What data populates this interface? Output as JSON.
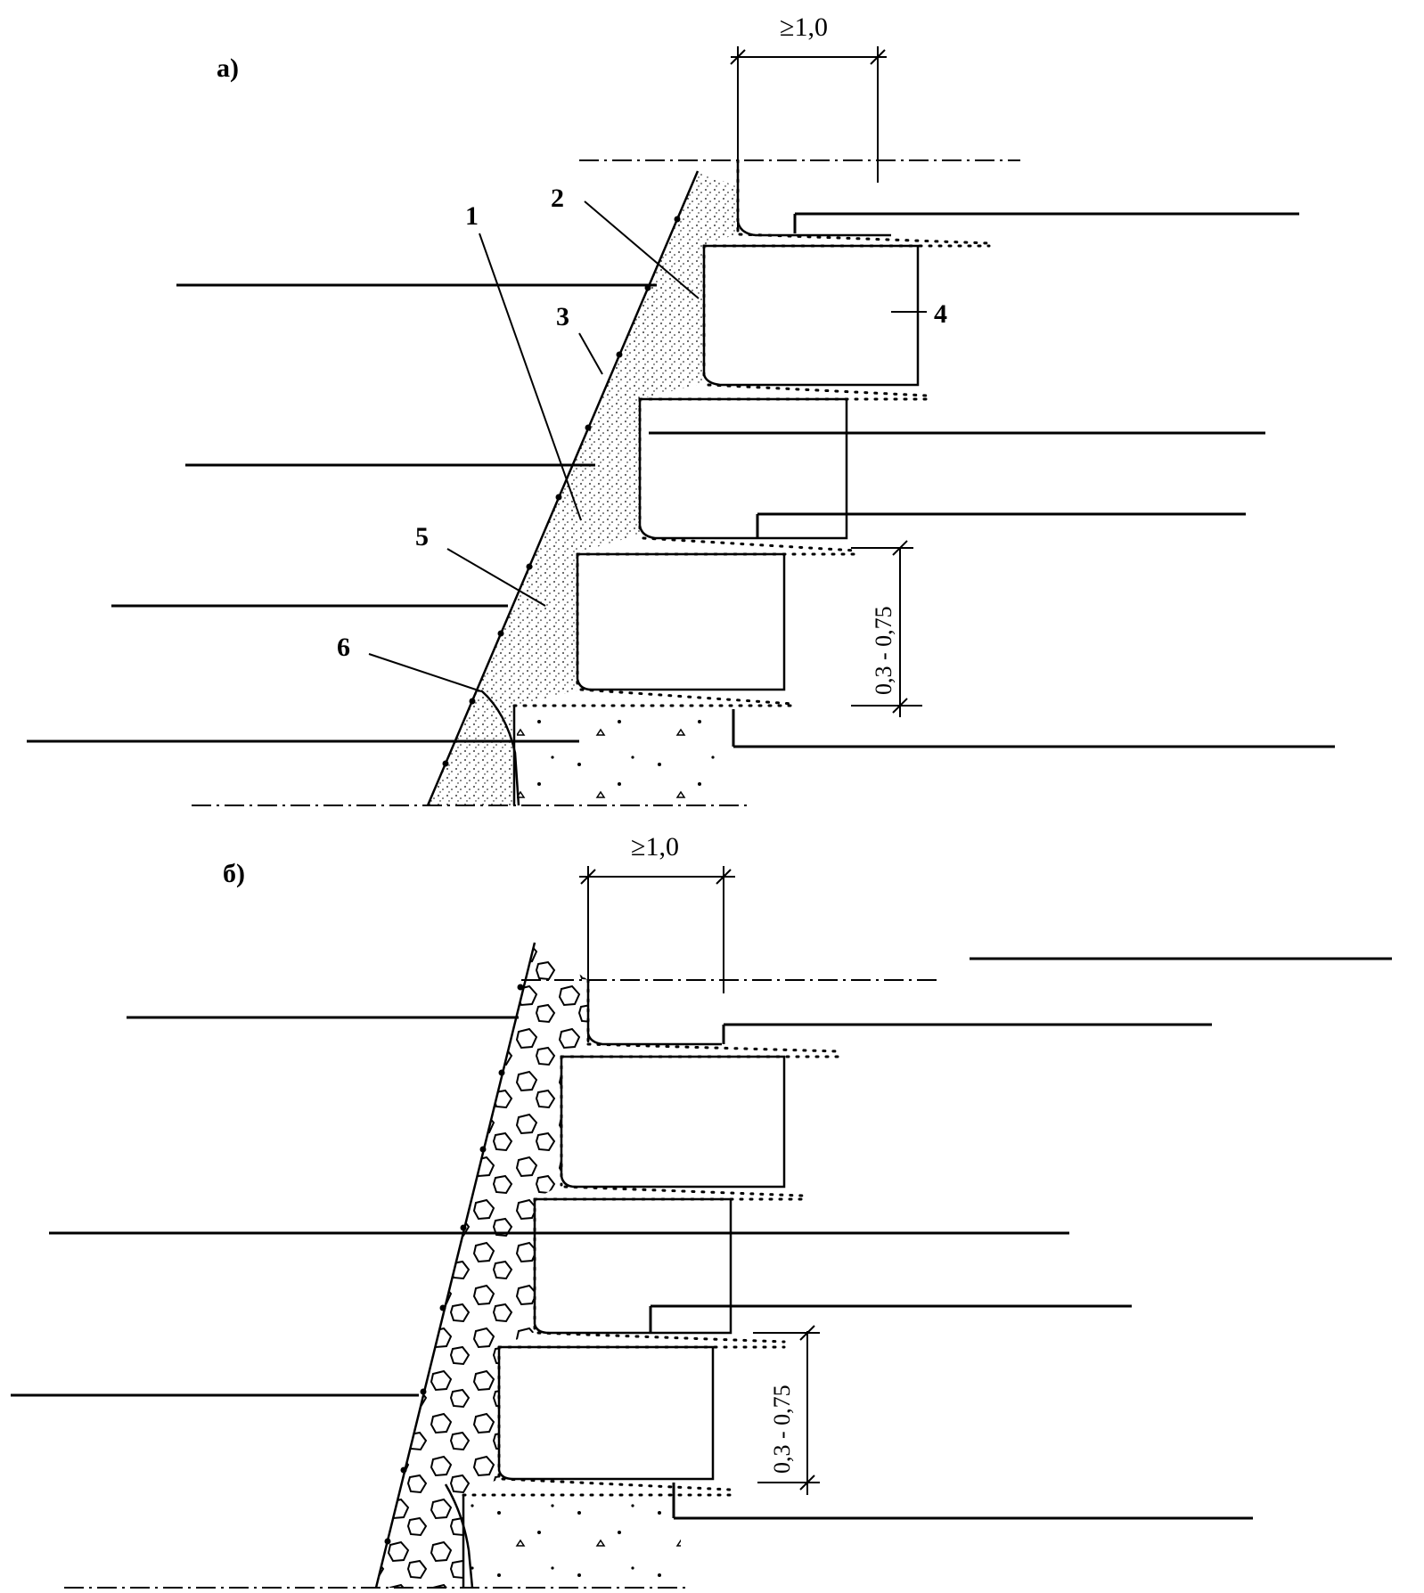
{
  "panel_a": {
    "label": "а)",
    "dim_top": "≥1,0",
    "dim_side": "0,3 - 0,75",
    "callouts": [
      "1",
      "2",
      "3",
      "4",
      "5",
      "6"
    ]
  },
  "panel_b": {
    "label": "б)",
    "dim_top": "≥1,0",
    "dim_side": "0,3 - 0,75"
  },
  "colors": {
    "ink": "#000000",
    "paper": "#ffffff"
  }
}
